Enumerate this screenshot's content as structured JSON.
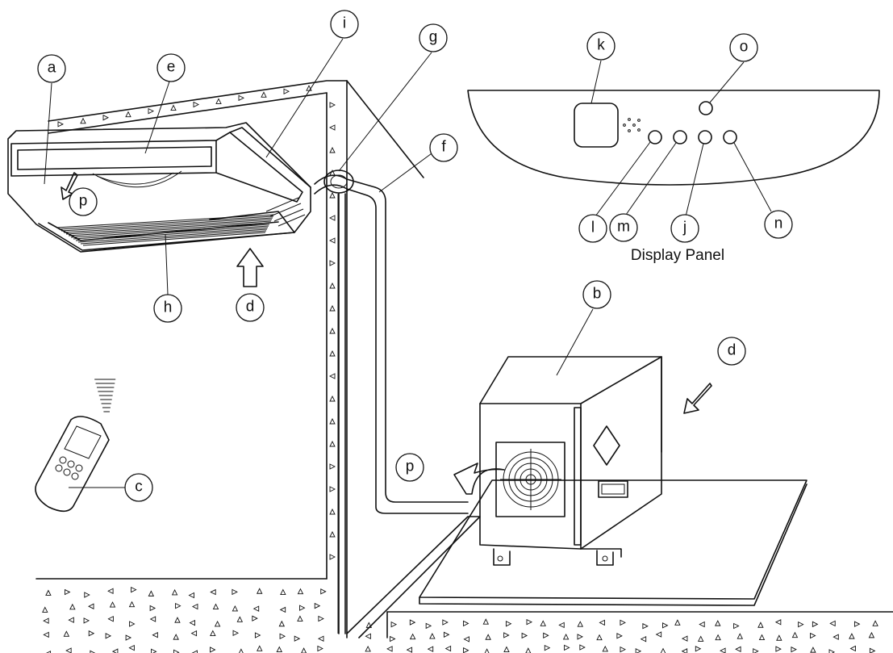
{
  "panel_caption": "Display Panel",
  "callouts": {
    "a": "a",
    "b": "b",
    "c": "c",
    "d_indoor": "d",
    "d_outdoor": "d",
    "e": "e",
    "f": "f",
    "g": "g",
    "h": "h",
    "i": "i",
    "j": "j",
    "k": "k",
    "l": "l",
    "m": "m",
    "n": "n",
    "o": "o",
    "p_indoor": "p",
    "p_outdoor": "p"
  }
}
